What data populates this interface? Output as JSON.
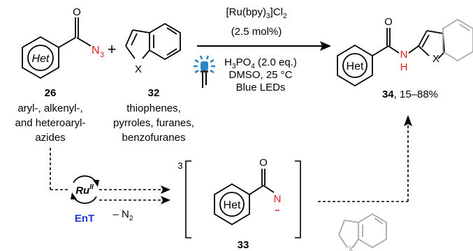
{
  "colors": {
    "ink": "#000000",
    "red": "#e0201b",
    "blue": "#1f3ad6",
    "grey": "#a8a8a8",
    "lamp": "#2a86c9"
  },
  "labels": {
    "het": "Het",
    "azide_n": "N",
    "azide_sub": "3",
    "plus": "+",
    "x_atom": "X",
    "o_atom": "O",
    "n_atom": "N",
    "h_atom": "H",
    "nitrene_dots": "••",
    "ru": "Ru",
    "ru_ox": "II",
    "ent": "EnT",
    "minus_n2": "– N",
    "minus_n2_sub": "2",
    "triplet": "3"
  },
  "conditions": {
    "line1_a": "[Ru(bpy)",
    "line1_sub": "3",
    "line1_b": "]Cl",
    "line1_sub2": "2",
    "line2": "(2.5 mol%)",
    "line3_a": "H",
    "line3_sub": "3",
    "line3_b": "PO",
    "line3_sub2": "4",
    "line3_c": " (2.0 eq.)",
    "line4": "DMSO, 25 °C",
    "line5": "Blue LEDs"
  },
  "compound26": {
    "number": "26",
    "desc": [
      "aryl-, alkenyl-,",
      "and heteroaryl-",
      "azides"
    ]
  },
  "compound32": {
    "number": "32",
    "desc": [
      "thiophenes,",
      "pyrroles, furanes,",
      "benzofuranes"
    ]
  },
  "compound34": {
    "number": "34",
    "yield": ", 15–88%"
  },
  "compound33": {
    "number": "33"
  }
}
